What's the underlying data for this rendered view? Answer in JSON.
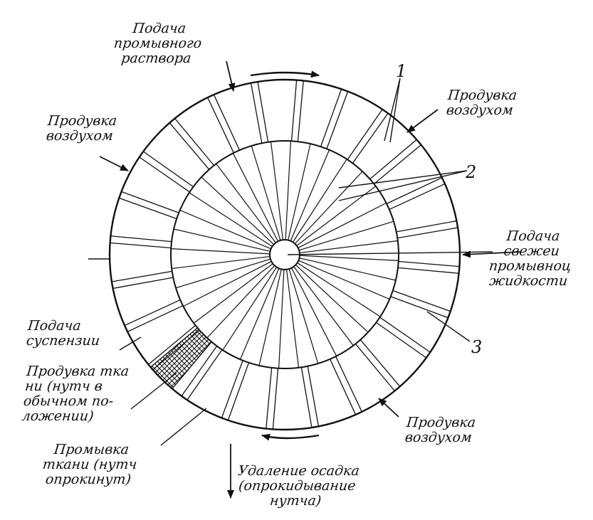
{
  "labels": {
    "wash_solution_feed": [
      "Подача",
      "промывного",
      "раствора"
    ],
    "air_blow_top_right": [
      "Продувка",
      "воздухом"
    ],
    "air_blow_left": [
      "Продувка",
      "воздухом"
    ],
    "fresh_wash_liquid_feed": [
      "Подача",
      "свежеи",
      "промывноц",
      "жидкости"
    ],
    "suspension_feed": [
      "Подача",
      "суспензии"
    ],
    "cloth_blow": [
      "Продувка ткa",
      "ни (нутч в",
      "обычном по-",
      "ложении)"
    ],
    "cloth_wash": [
      "Промывка",
      "ткани (нутч",
      "опрокинут)"
    ],
    "cake_removal": [
      "Удаление осадка",
      "(опрокидывание",
      "нутча)"
    ],
    "air_blow_bottom_right": [
      "Продувка",
      "воздухом"
    ]
  },
  "numbers": {
    "n1": "1",
    "n2": "2",
    "n3": "3"
  },
  "colors": {
    "ink": "#111111",
    "paper": "#ffffff"
  }
}
